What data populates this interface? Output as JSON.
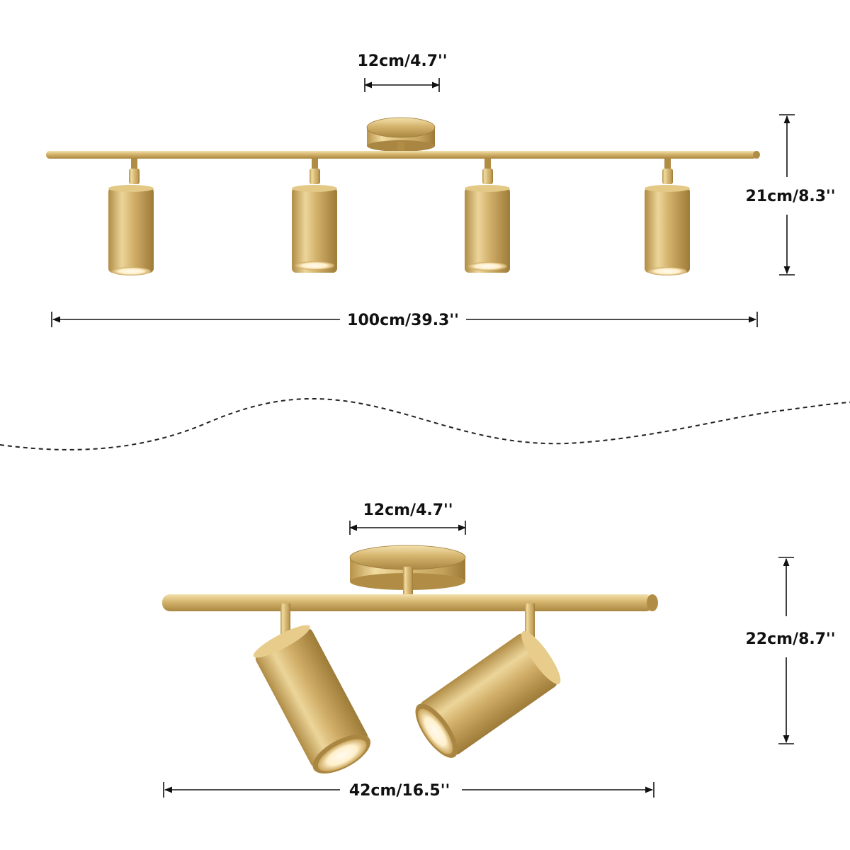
{
  "colors": {
    "brass_light": "#f1dca0",
    "brass_mid": "#d4b46c",
    "brass_dark": "#a27f39",
    "line": "#111111",
    "bulb_glow": "#fff6dc"
  },
  "fixture_4_light": {
    "base_width_label": "12cm/4.7''",
    "height_label": "21cm/8.3''",
    "length_label": "100cm/39.3''",
    "spotlight_count": 4
  },
  "separator": {
    "style": "dashed-wave"
  },
  "fixture_2_light": {
    "base_width_label": "12cm/4.7''",
    "height_label": "22cm/8.7''",
    "length_label": "42cm/16.5''",
    "spotlight_count": 2
  }
}
